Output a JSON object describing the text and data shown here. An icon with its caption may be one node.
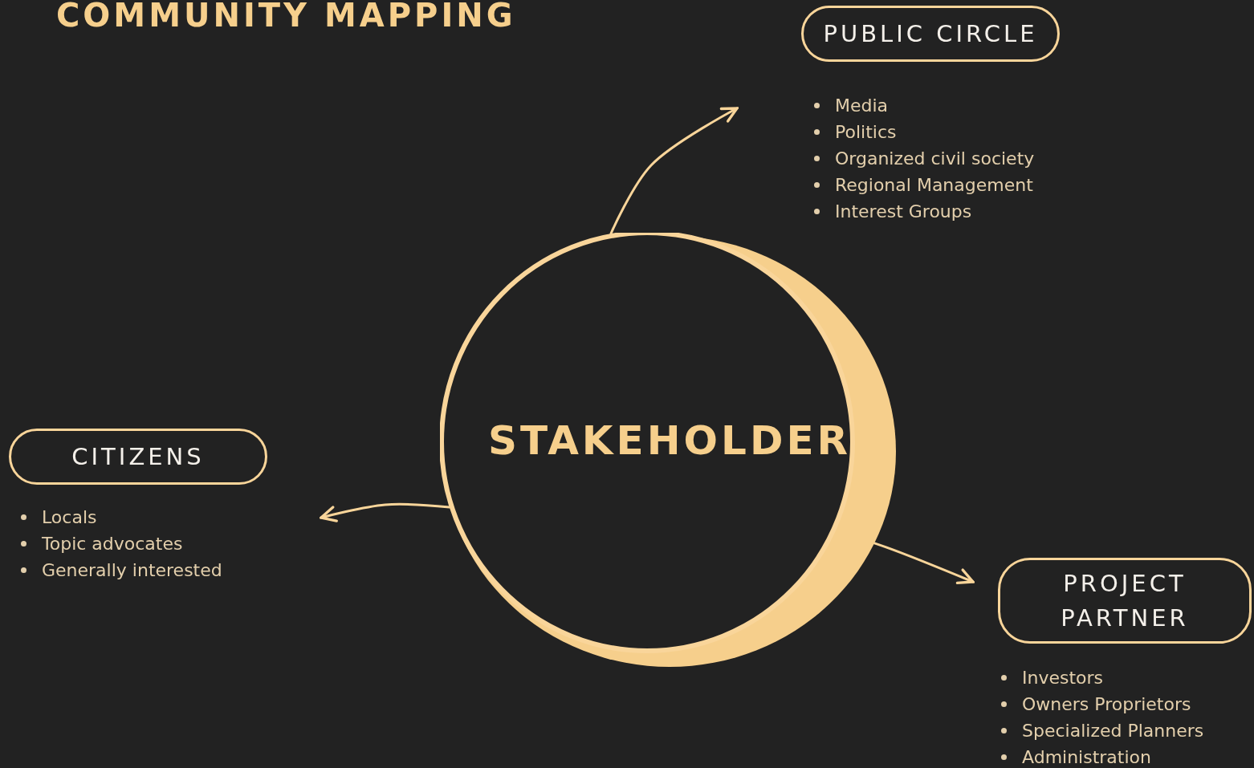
{
  "diagram": {
    "title": "COMMUNITY MAPPING",
    "nodes": [
      {
        "text": [
          "STAKEHOLDER"
        ]
      },
      {
        "text": [
          "PUBLIC CIRCLE"
        ],
        "beside": [
          "Media",
          "Politics",
          "Organized civil society",
          "Regional Management",
          "Interest Groups"
        ]
      },
      {
        "text": [
          "CITIZENS"
        ],
        "beside": [
          "Locals",
          "Topic advocates",
          "Generally interested"
        ]
      },
      {
        "text": [
          "PROJECT PARTNER"
        ],
        "beside": [
          "Investors",
          "Owners Proprietors",
          "Specialized Planners",
          "Administration"
        ]
      }
    ],
    "edges": [
      {
        "from": 0,
        "to": 1,
        "arrow": "to"
      },
      {
        "from": 0,
        "to": 2,
        "arrow": "to"
      },
      {
        "from": 0,
        "to": 3,
        "arrow": "to"
      }
    ]
  }
}
